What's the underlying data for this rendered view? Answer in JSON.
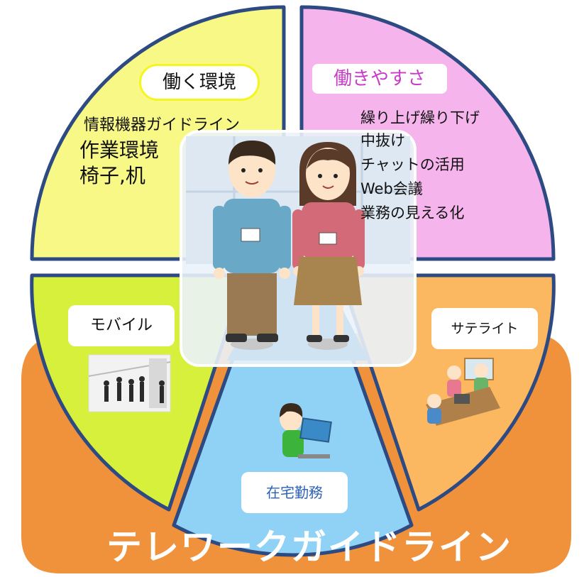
{
  "sections": {
    "work_env": {
      "title": "働く環境",
      "items": [
        "情報機器ガイドライン",
        "作業環境",
        "椅子,机"
      ]
    },
    "ease": {
      "title": "働きやすさ",
      "items": [
        "繰り上げ繰り下げ",
        "中抜け",
        "チャットの活用",
        "Web会議",
        "業務の見える化"
      ]
    },
    "mobile": {
      "title": "モバイル"
    },
    "satellite": {
      "title": "サテライト"
    },
    "home": {
      "title": "在宅勤務"
    }
  },
  "footer": {
    "title": "テレワークガイドライン"
  },
  "colors": {
    "yellow": "#f8f887",
    "pink": "#f5b4ec",
    "lime": "#d6f03c",
    "orange_light": "#fbb861",
    "blue": "#8fd2f5",
    "banner_orange": "#f0913b",
    "outline": "#2d4a82",
    "ease_title": "#c83cc8",
    "home_title": "#2e62b8"
  }
}
